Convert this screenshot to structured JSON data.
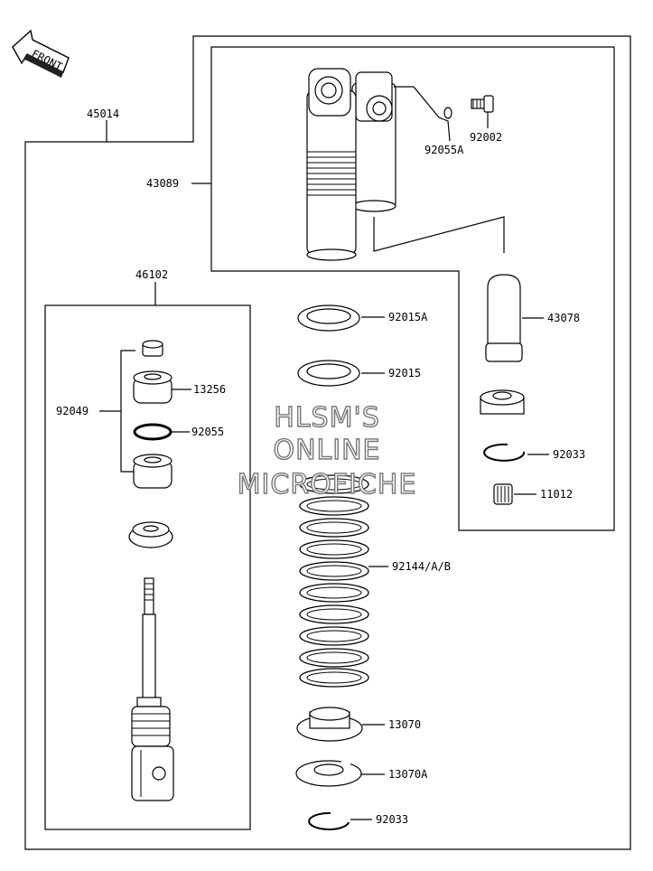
{
  "direction": {
    "label": "FRONT",
    "icon": "front-arrow-icon"
  },
  "watermark": [
    "HLSM'S",
    "ONLINE",
    "MICROFICHE"
  ],
  "assembly": {
    "id": "45014"
  },
  "groups": {
    "reservoir_body": "43089",
    "shock_body": "46102",
    "bumper_group": "92049"
  },
  "parts": [
    {
      "key": "p92002",
      "number": "92002"
    },
    {
      "key": "p92055A",
      "number": "92055A"
    },
    {
      "key": "p92015A",
      "number": "92015A"
    },
    {
      "key": "p92015",
      "number": "92015"
    },
    {
      "key": "p43078",
      "number": "43078"
    },
    {
      "key": "p13256",
      "number": "13256"
    },
    {
      "key": "p92055",
      "number": "92055"
    },
    {
      "key": "p92033a",
      "number": "92033"
    },
    {
      "key": "p11012",
      "number": "11012"
    },
    {
      "key": "p92144",
      "number": "92144/A/B"
    },
    {
      "key": "p13070",
      "number": "13070"
    },
    {
      "key": "p13070A",
      "number": "13070A"
    },
    {
      "key": "p92033b",
      "number": "92033"
    }
  ]
}
